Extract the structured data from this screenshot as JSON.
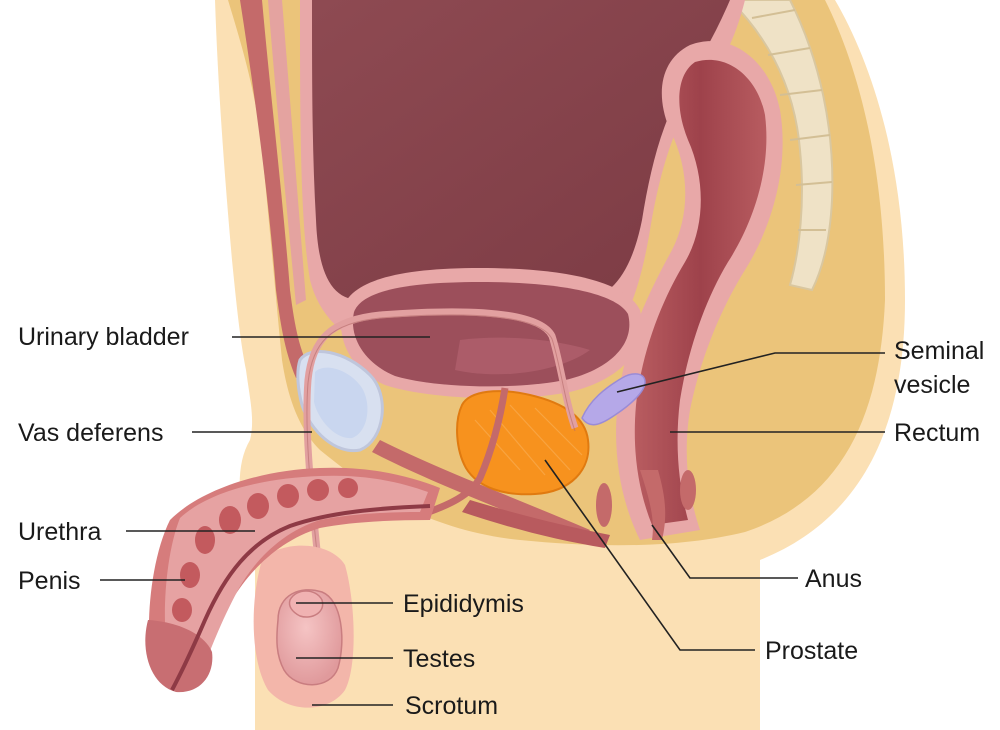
{
  "labels": {
    "urinary_bladder": "Urinary bladder",
    "vas_deferens": "Vas deferens",
    "urethra": "Urethra",
    "penis": "Penis",
    "epididymis": "Epididymis",
    "testes": "Testes",
    "scrotum": "Scrotum",
    "seminal_vesicle_line1": "Seminal",
    "seminal_vesicle_line2": "vesicle",
    "rectum": "Rectum",
    "anus": "Anus",
    "prostate": "Prostate"
  },
  "colors": {
    "skin": "#fbe0b4",
    "fat": "#ebc47a",
    "abdominal_cavity": "#8f4a52",
    "bladder": "#9c4f5b",
    "bladder_wall": "#e8a8a8",
    "muscle": "#c46a6a",
    "tissue_pink": "#e2a0a0",
    "prostate": "#f7921e",
    "seminal_vesicle": "#b5a8e8",
    "pubic_bone": "#c9d6ef",
    "spine": "#efe2c6",
    "rectum": "#a9484f"
  }
}
